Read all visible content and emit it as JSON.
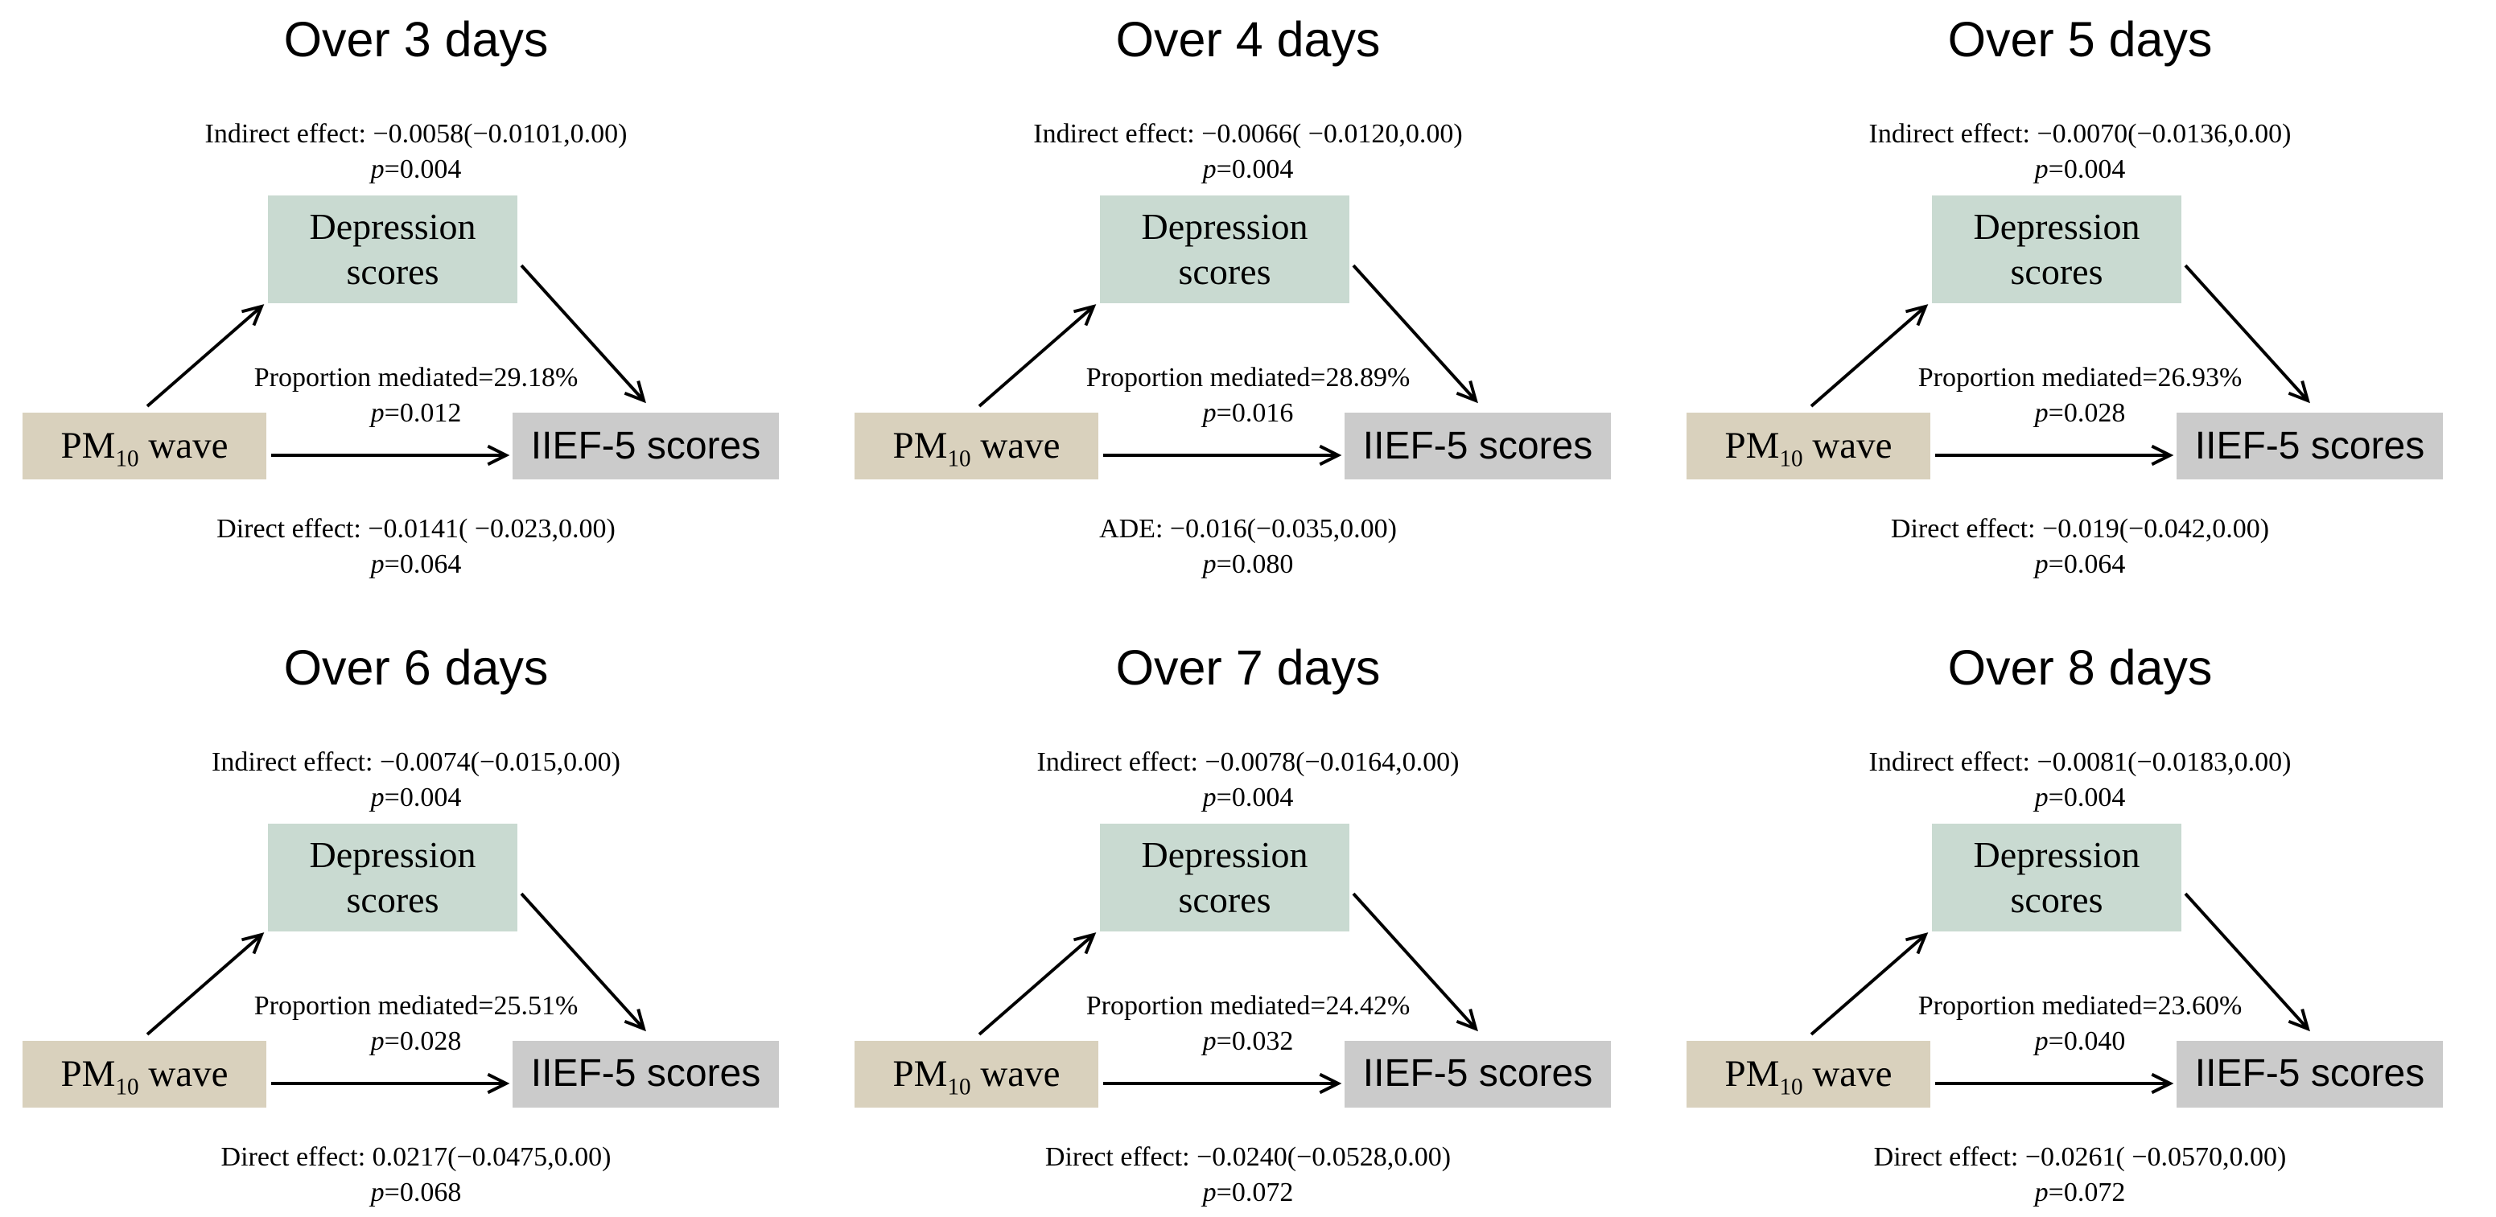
{
  "figure": {
    "background": "#ffffff",
    "colors": {
      "mediator_box": "#c9dad1",
      "exposure_box": "#d9d1bd",
      "outcome_box": "#cbcbcb",
      "text": "#000000",
      "arrow": "#000000"
    },
    "labels": {
      "p": "p"
    },
    "nodes": {
      "mediator_line1": "Depression",
      "mediator_line2": "scores",
      "exposure_main": "PM",
      "exposure_sub": "10",
      "exposure_tail": " wave",
      "outcome": "IIEF-5 scores"
    },
    "panels": [
      {
        "title": "Over 3 days",
        "indirect": "Indirect effect: −0.0058(−0.0101,0.00)",
        "indirect_p": "=0.004",
        "proportion": "Proportion mediated=29.18%",
        "proportion_p": "=0.012",
        "direct": "Direct effect: −0.0141( −0.023,0.00)",
        "direct_p": "=0.064"
      },
      {
        "title": "Over 4 days",
        "indirect": "Indirect effect: −0.0066( −0.0120,0.00)",
        "indirect_p": "=0.004",
        "proportion": "Proportion mediated=28.89%",
        "proportion_p": "=0.016",
        "direct": "ADE: −0.016(−0.035,0.00)",
        "direct_p": "=0.080"
      },
      {
        "title": "Over 5 days",
        "indirect": "Indirect effect: −0.0070(−0.0136,0.00)",
        "indirect_p": "=0.004",
        "proportion": "Proportion mediated=26.93%",
        "proportion_p": "=0.028",
        "direct": "Direct effect: −0.019(−0.042,0.00)",
        "direct_p": "=0.064"
      },
      {
        "title": "Over 6 days",
        "indirect": "Indirect effect: −0.0074(−0.015,0.00)",
        "indirect_p": "=0.004",
        "proportion": "Proportion mediated=25.51%",
        "proportion_p": "=0.028",
        "direct": "Direct effect: 0.0217(−0.0475,0.00)",
        "direct_p": "=0.068"
      },
      {
        "title": "Over 7 days",
        "indirect": "Indirect effect: −0.0078(−0.0164,0.00)",
        "indirect_p": "=0.004",
        "proportion": "Proportion mediated=24.42%",
        "proportion_p": "=0.032",
        "direct": "Direct effect: −0.0240(−0.0528,0.00)",
        "direct_p": "=0.072"
      },
      {
        "title": "Over 8 days",
        "indirect": "Indirect effect: −0.0081(−0.0183,0.00)",
        "indirect_p": "=0.004",
        "proportion": "Proportion mediated=23.60%",
        "proportion_p": "=0.040",
        "direct": "Direct effect: −0.0261( −0.0570,0.00)",
        "direct_p": "=0.072"
      }
    ]
  }
}
